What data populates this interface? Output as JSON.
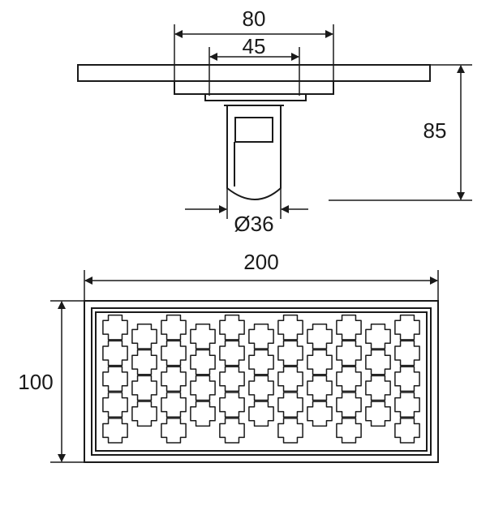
{
  "drawing": {
    "line_color": "#1a1a1a",
    "background": "#ffffff"
  },
  "dimensions": {
    "top_outer_width": "80",
    "top_inner_width": "45",
    "height": "85",
    "outlet_diameter": "Ø36",
    "grate_length": "200",
    "grate_width": "100"
  },
  "grate_pattern": {
    "rows": 5,
    "description_icon": "cross-grid-pattern"
  }
}
